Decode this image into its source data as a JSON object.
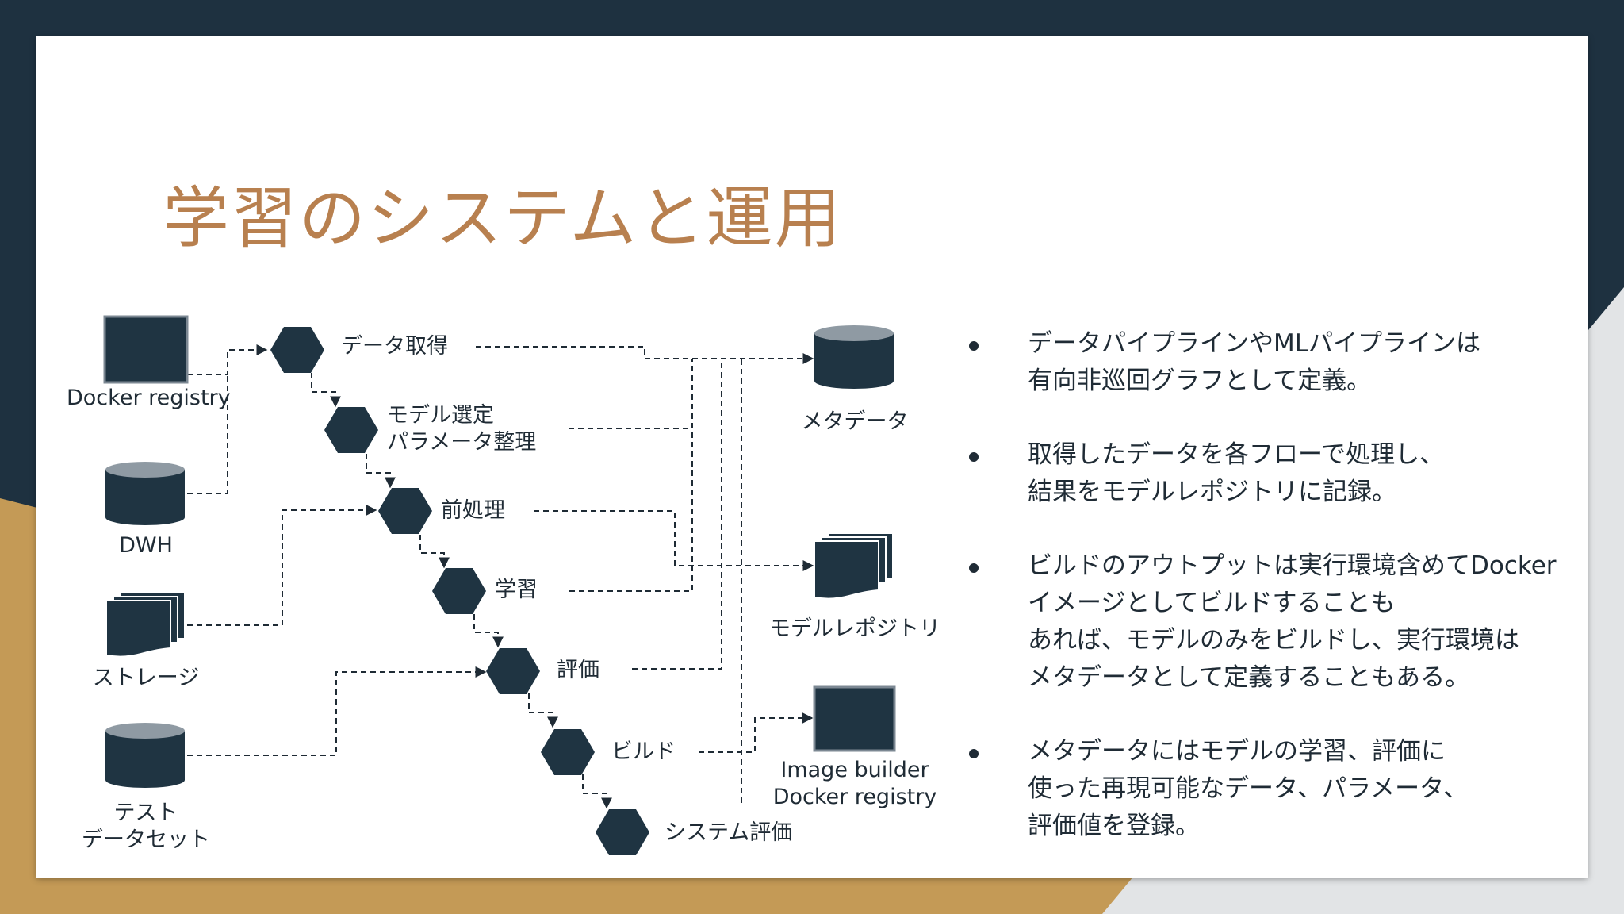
{
  "slide": {
    "title": "学習のシステムと運用",
    "colors": {
      "navy": "#1e3140",
      "gold": "#c49a56",
      "accent_title": "#b8804f",
      "node": "#1f3442"
    }
  },
  "diagram": {
    "sources": {
      "docker_registry": "Docker registry",
      "dwh": "DWH",
      "storage": "ストレージ",
      "test_dataset": "テスト\nデータセット"
    },
    "steps": {
      "data_fetch": "データ取得",
      "model_select": "モデル選定\nパラメータ整理",
      "preprocess": "前処理",
      "training": "学習",
      "evaluation": "評価",
      "build": "ビルド",
      "system_eval": "システム評価"
    },
    "stores": {
      "metadata": "メタデータ",
      "model_repository": "モデルレポジトリ",
      "image_registry": "Image builder\nDocker registry"
    }
  },
  "bullets": [
    "データパイプラインやMLパイプラインは\n有向非巡回グラフとして定義。",
    "取得したデータを各フローで処理し、\n結果をモデルレポジトリに記録。",
    "ビルドのアウトプットは実行環境含めてDocker\nイメージとしてビルドすることも\nあれば、モデルのみをビルドし、実行環境は\nメタデータとして定義することもある。",
    "メタデータにはモデルの学習、評価に\n使った再現可能なデータ、パラメータ、\n評価値を登録。"
  ]
}
